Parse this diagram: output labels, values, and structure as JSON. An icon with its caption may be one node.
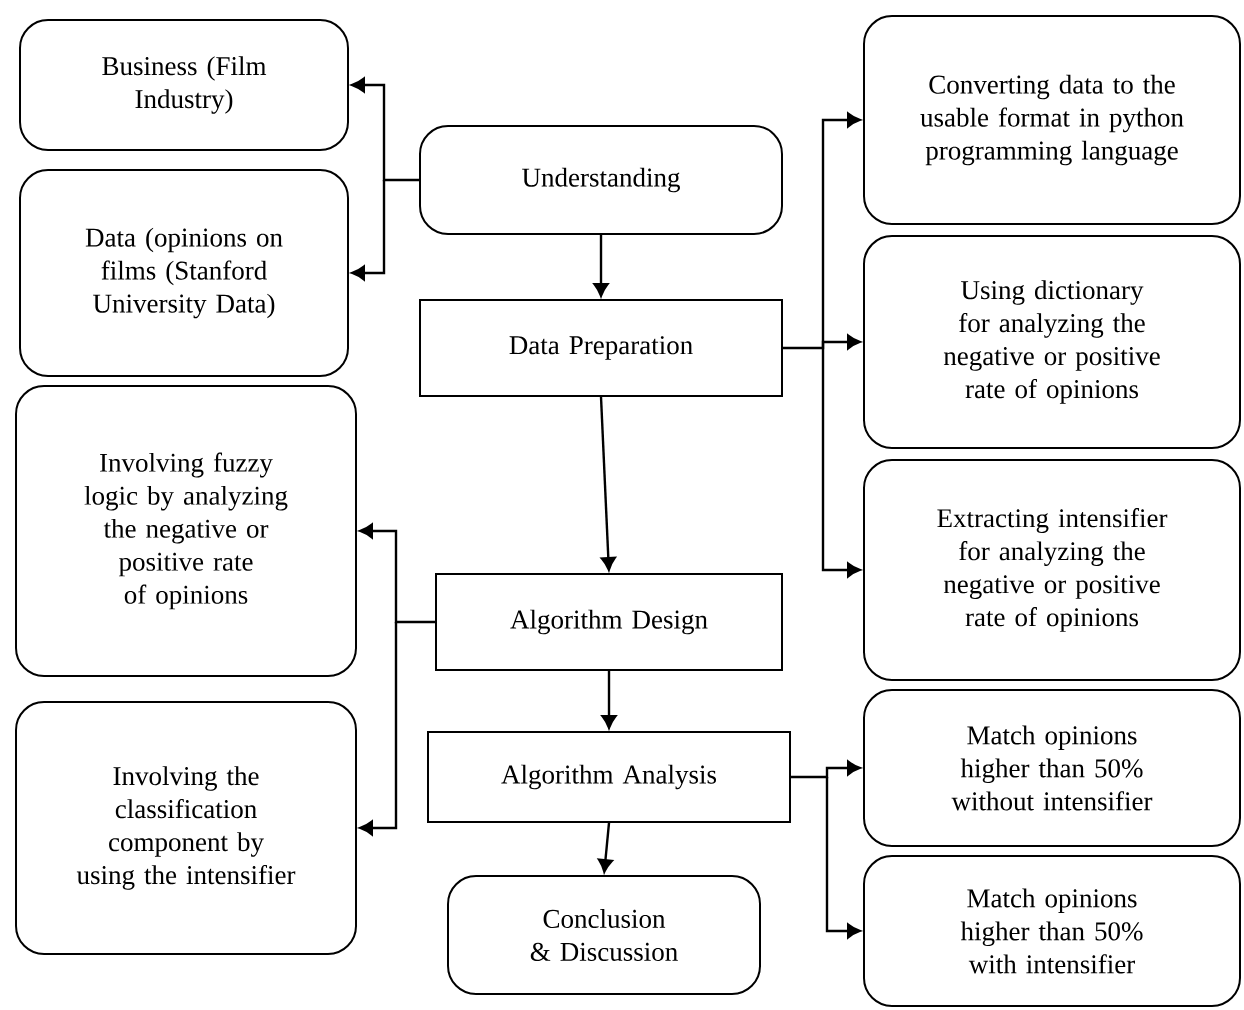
{
  "diagram": {
    "nodes": [
      {
        "text": [
          "Business (Film Industry)"
        ]
      },
      {
        "text": [
          "Data (opinions on films (Stanford University Data)"
        ]
      },
      {
        "text": [
          "Understanding"
        ]
      },
      {
        "text": [
          "Converting data to the usable format in python programming language"
        ]
      },
      {
        "text": [
          "Data Preparation"
        ]
      },
      {
        "text": [
          "Using dictionary for analyzing the negative or positive rate of opinions"
        ]
      },
      {
        "text": [
          "Involving fuzzy logic by analyzing the negative or positive rate of opinions"
        ]
      },
      {
        "text": [
          "Extracting intensifier for analyzing the negative or positive rate of opinions"
        ]
      },
      {
        "text": [
          "Algorithm Design"
        ]
      },
      {
        "text": [
          "Involving the classification component by using the intensifier"
        ]
      },
      {
        "text": [
          "Algorithm Analysis"
        ]
      },
      {
        "text": [
          "Match opinions higher than 50% without intensifier"
        ]
      },
      {
        "text": [
          "Conclusion & Discussion"
        ]
      },
      {
        "text": [
          "Match opinions higher than 50% with intensifier"
        ]
      }
    ],
    "edges": [
      {
        "from": 2,
        "to": 0,
        "arrow": "to"
      },
      {
        "from": 2,
        "to": 1,
        "arrow": "to"
      },
      {
        "from": 2,
        "to": 4,
        "arrow": "to"
      },
      {
        "from": 4,
        "to": 3,
        "arrow": "to"
      },
      {
        "from": 4,
        "to": 5,
        "arrow": "to"
      },
      {
        "from": 4,
        "to": 7,
        "arrow": "to"
      },
      {
        "from": 4,
        "to": 8,
        "arrow": "to"
      },
      {
        "from": 8,
        "to": 6,
        "arrow": "to"
      },
      {
        "from": 8,
        "to": 9,
        "arrow": "to"
      },
      {
        "from": 8,
        "to": 10,
        "arrow": "to"
      },
      {
        "from": 10,
        "to": 11,
        "arrow": "to"
      },
      {
        "from": 10,
        "to": 13,
        "arrow": "to"
      },
      {
        "from": 10,
        "to": 12,
        "arrow": "to"
      }
    ]
  }
}
